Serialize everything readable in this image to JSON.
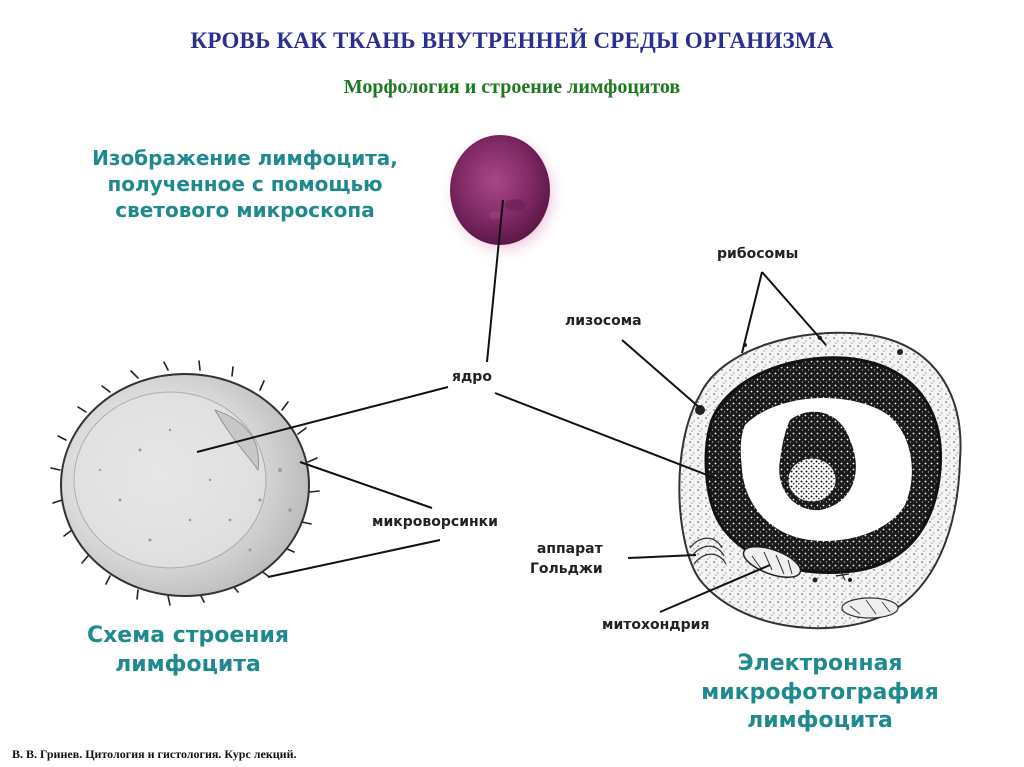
{
  "title": "КРОВЬ КАК ТКАНЬ ВНУТРЕННЕЙ СРЕДЫ ОРГАНИЗМА",
  "subtitle": "Морфология и строение лимфоцитов",
  "captions": {
    "light_microscope": "Изображение лимфоцита, полученное с помощью светового микроскопа",
    "scheme": "Схема строения лимфоцита",
    "electron": "Электронная микрофотография лимфоцита"
  },
  "labels": {
    "nucleus": "ядро",
    "ribosomes": "рибосомы",
    "lysosome": "лизосома",
    "microvilli": "микроворсинки",
    "golgi_line1": "аппарат",
    "golgi_line2": "Гольджи",
    "mitochondria": "митохондрия"
  },
  "footer": "В. В. Гринев. Цитология и гистология. Курс лекций.",
  "colors": {
    "title": "#2b2f8f",
    "subtitle": "#1c7a1c",
    "caption": "#1e8a8f",
    "cell_stain": "#7a2458"
  }
}
